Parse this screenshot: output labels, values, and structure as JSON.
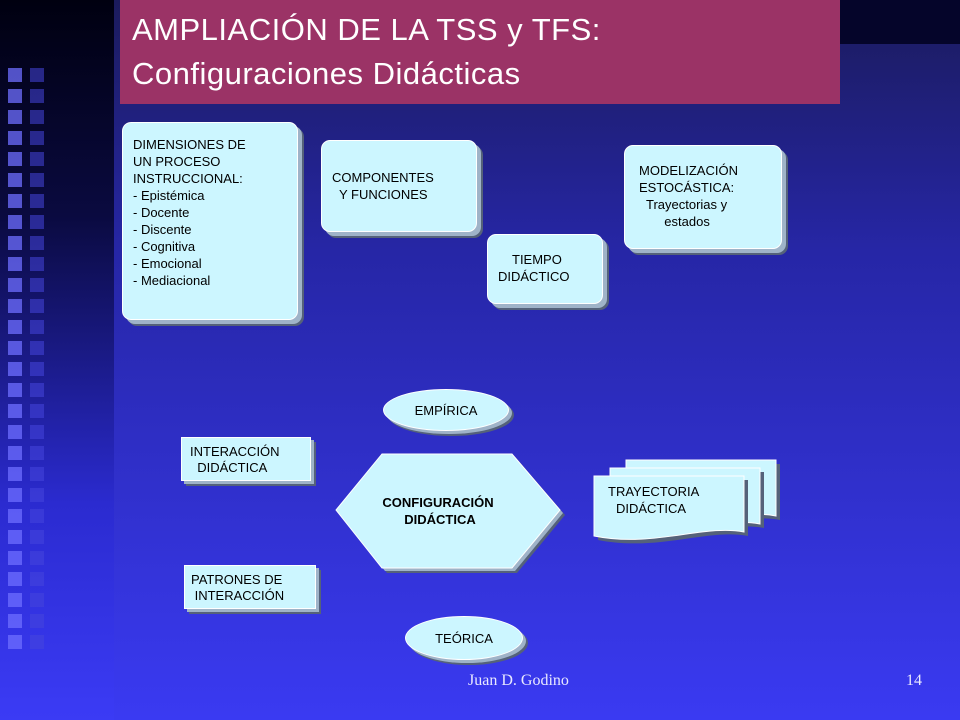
{
  "title": {
    "line1": "AMPLIACIÓN DE LA TSS y TFS:",
    "line2": "Configuraciones Didácticas"
  },
  "dimensiones": {
    "lines": [
      "DIMENSIONES DE",
      "UN PROCESO",
      "INSTRUCCIONAL:",
      "- Epistémica",
      "- Docente",
      "- Discente",
      "- Cognitiva",
      "- Emocional",
      "- Mediacional"
    ]
  },
  "componentes": {
    "lines": [
      "COMPONENTES",
      "  Y FUNCIONES"
    ]
  },
  "tiempo": {
    "lines": [
      "TIEMPO",
      "DIDÁCTICO"
    ]
  },
  "modelizacion": {
    "lines": [
      "MODELIZACIÓN",
      "ESTOCÁSTICA:",
      "  Trayectorias y",
      "       estados"
    ]
  },
  "empirica": {
    "label": "EMPÍRICA"
  },
  "interaccion": {
    "lines": [
      "INTERACCIÓN",
      "  DIDÁCTICA"
    ]
  },
  "configuracion": {
    "lines": [
      "CONFIGURACIÓN",
      "DIDÁCTICA"
    ]
  },
  "trayectoria": {
    "lines": [
      "TRAYECTORIA",
      "  DIDÁCTICA"
    ]
  },
  "patrones": {
    "lines": [
      "PATRONES DE",
      " INTERACCIÓN"
    ]
  },
  "teorica": {
    "label": "TEÓRICA"
  },
  "footer": {
    "author": "Juan D. Godino",
    "page": "14"
  },
  "colors": {
    "title_bg": "#9b3366",
    "box_fill": "#ccf6ff",
    "background": "#3a3af2"
  }
}
